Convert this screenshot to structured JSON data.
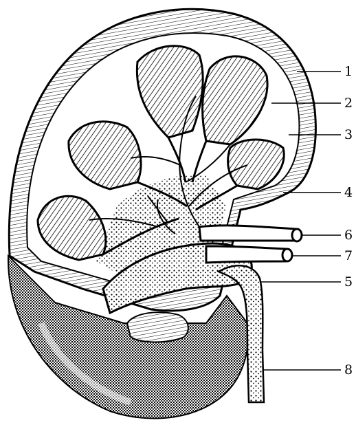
{
  "figure": {
    "subject": "kidney-cross-section-line-drawing",
    "ink_color": "#000000",
    "paper_color": "#ffffff"
  },
  "labels": [
    {
      "id": "1",
      "text": "1"
    },
    {
      "id": "2",
      "text": "2"
    },
    {
      "id": "3",
      "text": "3"
    },
    {
      "id": "4",
      "text": "4"
    },
    {
      "id": "6",
      "text": "6"
    },
    {
      "id": "7",
      "text": "7"
    },
    {
      "id": "5",
      "text": "5"
    },
    {
      "id": "8",
      "text": "8"
    }
  ]
}
